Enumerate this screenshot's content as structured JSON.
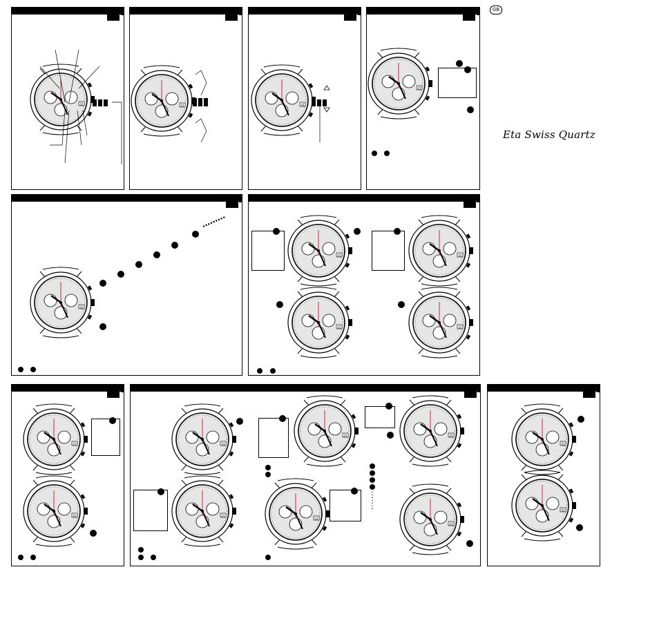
{
  "header": {
    "language_badge": "GB"
  },
  "brand": {
    "text": "Eta Swiss Quartz"
  },
  "watch": {
    "date_window": "31"
  },
  "colors": {
    "accent": "#c8102e",
    "ink": "#000000",
    "dial_face": "#e6e6e6"
  },
  "icons": [
    "push-button-icon",
    "step-dot-icon",
    "crown-icon",
    "arrow-up-icon",
    "arrow-down-icon"
  ]
}
